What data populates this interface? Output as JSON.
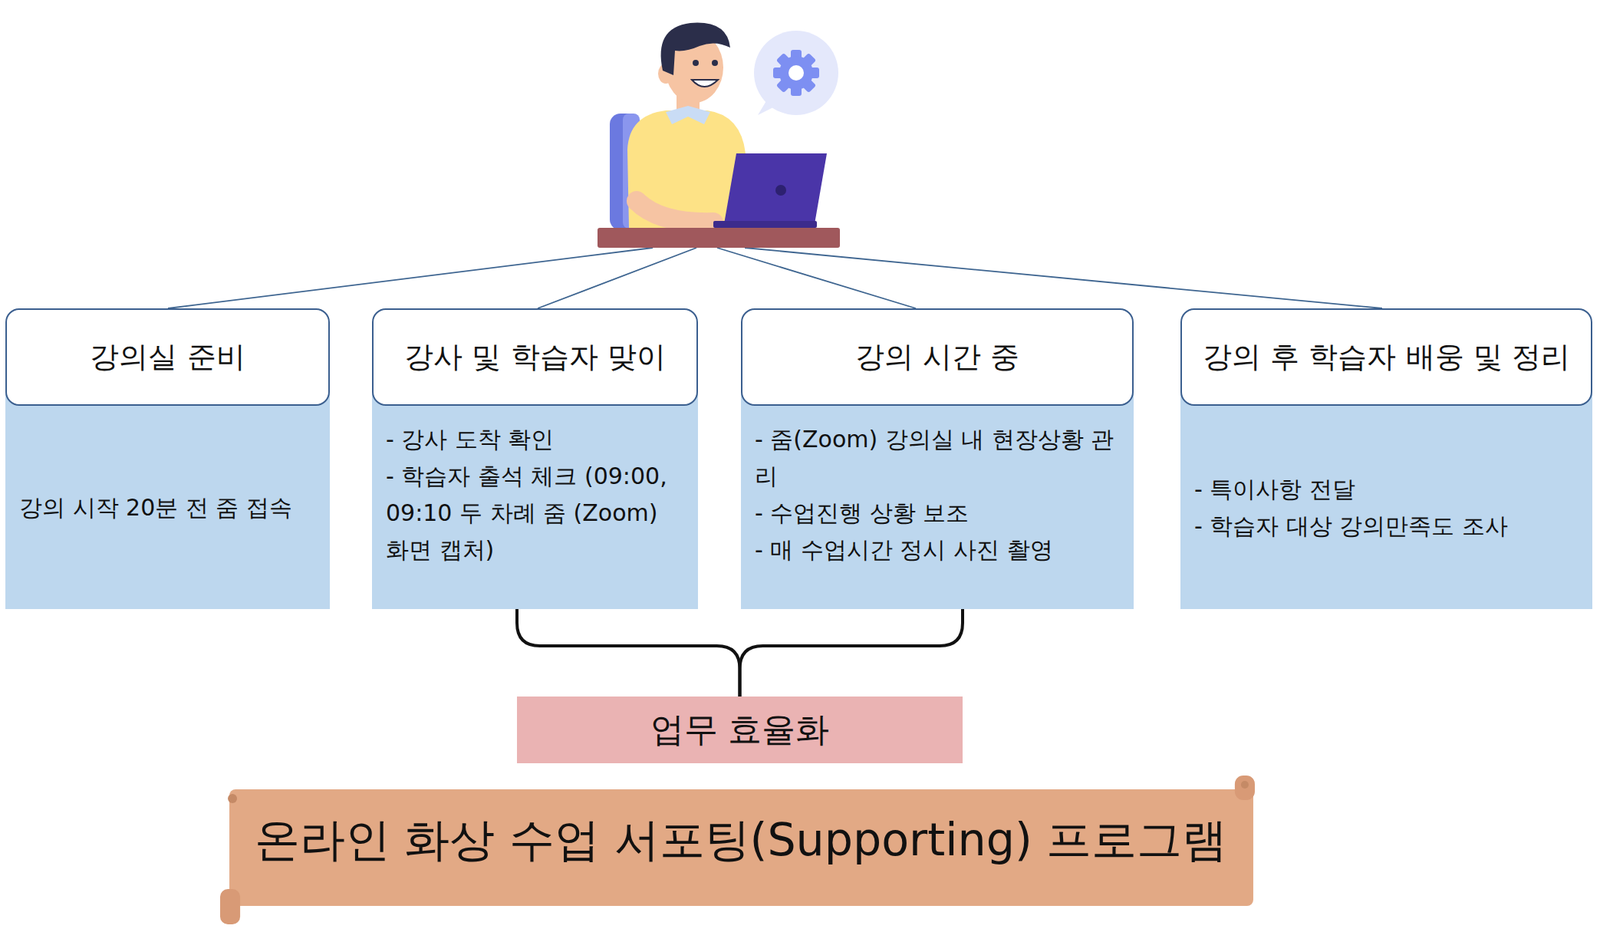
{
  "diagram": {
    "nodes": [
      {
        "text": [
          "강의실 준비"
        ]
      },
      {
        "text": [
          "강의 시작 20분 전 줌 접속"
        ]
      },
      {
        "text": [
          "강사 및 학습자 맞이"
        ]
      },
      {
        "text": [
          "- 강사 도착 확인",
          "- 학습자 출석 체크 (09:00, 09:10 두 차례 줌 (Zoom) 화면 캡처)"
        ]
      },
      {
        "text": [
          "강의 시간 중"
        ]
      },
      {
        "text": [
          "- 줌(Zoom) 강의실 내 현장상황 관리",
          "- 수업진행 상황 보조",
          "- 매 수업시간 정시 사진 촬영"
        ]
      },
      {
        "text": [
          "강의 후 학습자 배웅 및 정리"
        ]
      },
      {
        "text": [
          "- 특이사항 전달",
          "- 학습자 대상 강의만족도 조사"
        ]
      },
      {
        "text": [
          "업무 효율화"
        ]
      },
      {
        "text": [
          "온라인 화상 수업 서포팅(Supporting) 프로그램"
        ]
      }
    ],
    "edges": [
      {
        "from": 3,
        "to": 8,
        "arrow": "none"
      },
      {
        "from": 5,
        "to": 8,
        "arrow": "none"
      }
    ]
  }
}
